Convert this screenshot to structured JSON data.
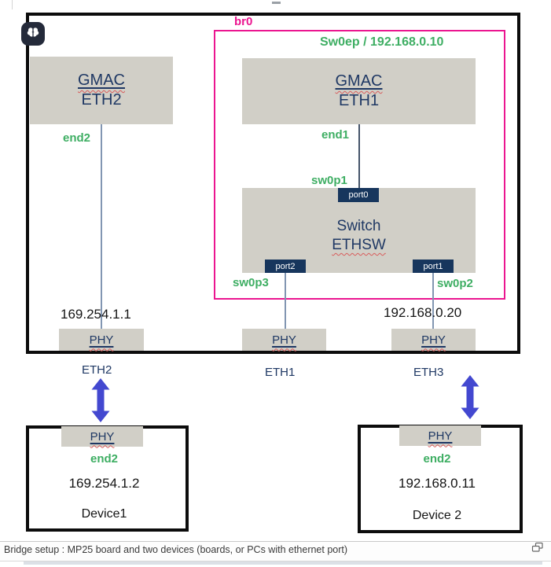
{
  "board": {
    "bridge": {
      "name": "br0",
      "endpoint": "Sw0ep / 192.168.0.10"
    },
    "blocks": {
      "gmac2": {
        "line1": "GMAC",
        "line2": "ETH2"
      },
      "gmac1": {
        "line1": "GMAC",
        "line2": "ETH1"
      },
      "switch": {
        "line1": "Switch",
        "line2": "ETHSW"
      }
    },
    "ports": {
      "p0": "port0",
      "p1": "port1",
      "p2": "port2"
    },
    "netifs": {
      "end1": "end1",
      "end2": "end2",
      "sw0p1": "sw0p1",
      "sw0p2": "sw0p2",
      "sw0p3": "sw0p3"
    },
    "ips": {
      "eth2_side": "169.254.1.1",
      "eth3_side": "192.168.0.20"
    },
    "phy": "PHY",
    "ext": {
      "eth1": "ETH1",
      "eth2": "ETH2",
      "eth3": "ETH3"
    }
  },
  "devices": {
    "d1": {
      "phy": "PHY",
      "netif": "end2",
      "ip": "169.254.1.2",
      "name": "Device1"
    },
    "d2": {
      "phy": "PHY",
      "netif": "end2",
      "ip": "192.168.0.11",
      "name": "Device 2"
    }
  },
  "caption": "Bridge setup : MP25 board and two devices (boards, or PCs with ethernet port)",
  "colors": {
    "bridge_pink": "#eb1690",
    "netif_green": "#3eae63",
    "hw_navy": "#1f3864",
    "block_gray": "#d1cfc7",
    "port_navy": "#17365d",
    "arrow_blue": "#4348d0"
  }
}
